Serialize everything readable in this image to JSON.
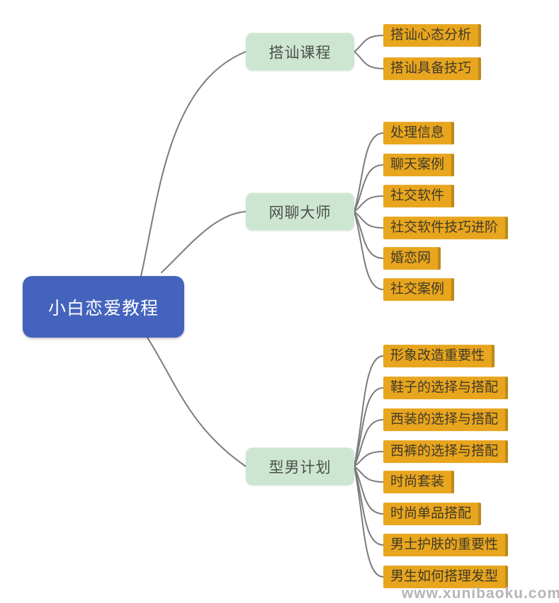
{
  "colors": {
    "page_bg": "#ffffff",
    "root_bg": "#4463bd",
    "root_text": "#ffffff",
    "branch_bg": "#cde6d1",
    "branch_text": "#4b504c",
    "leaf_bg": "#e8a51e",
    "leaf_edge": "#bd8a1a",
    "leaf_text": "#403b28",
    "line": "#7b7b7b",
    "watermark_text": "#b5b5b5"
  },
  "mindmap": {
    "root": {
      "label": "小白恋爱教程"
    },
    "branches": [
      {
        "label": "搭讪课程",
        "children": [
          "搭讪心态分析",
          "搭讪具备技巧"
        ]
      },
      {
        "label": "网聊大师",
        "children": [
          "处理信息",
          "聊天案例",
          "社交软件",
          "社交软件技巧进阶",
          "婚恋网",
          "社交案例"
        ]
      },
      {
        "label": "型男计划",
        "children": [
          "形象改造重要性",
          "鞋子的选择与搭配",
          "西装的选择与搭配",
          "西裤的选择与搭配",
          "时尚套装",
          "时尚单品搭配",
          "男士护肤的重要性",
          "男生如何搭理发型"
        ]
      }
    ]
  },
  "watermark": {
    "text": "www.xunibaoku.com"
  }
}
